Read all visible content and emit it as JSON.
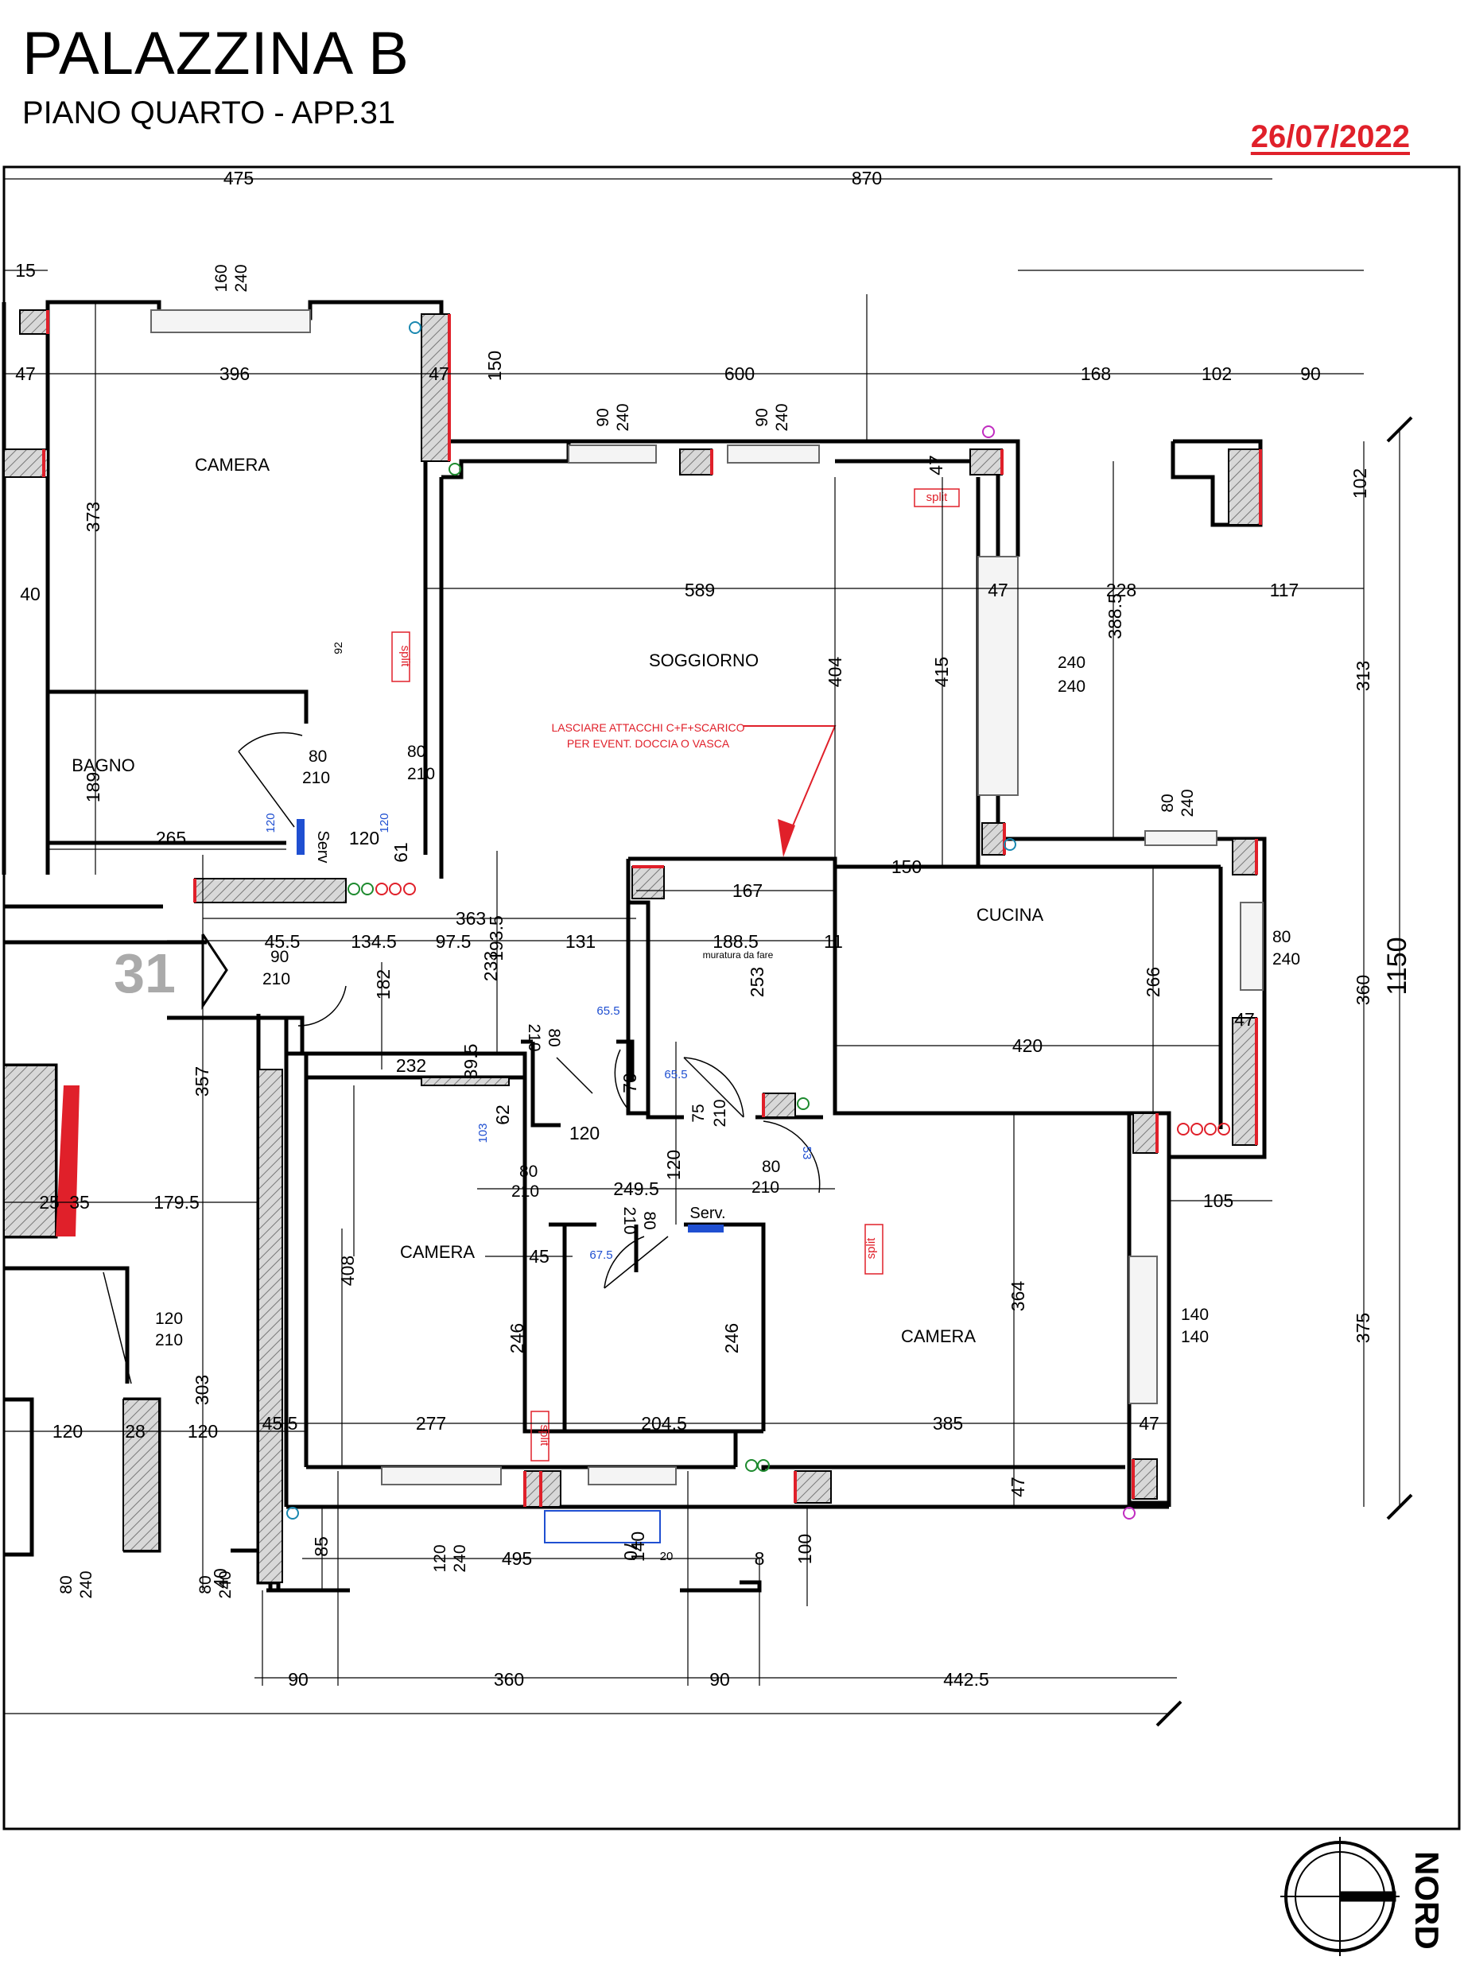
{
  "header": {
    "title": "PALAZZINA B",
    "subtitle": "PIANO QUARTO  - APP.31",
    "date": "26/07/2022"
  },
  "apartment_number": "31",
  "north_label": "NORD",
  "colors": {
    "wall": "#111111",
    "hatch": "#888888",
    "accent_red": "#e0202a",
    "dim_blue": "#1f4fd1",
    "socket_green": "#1d8a2e",
    "socket_cyan": "#1a88b0",
    "socket_magenta": "#c02cc0"
  },
  "rooms": [
    {
      "id": "camera-nw",
      "label": "CAMERA"
    },
    {
      "id": "bagno",
      "label": "BAGNO"
    },
    {
      "id": "soggiorno",
      "label": "SOGGIORNO"
    },
    {
      "id": "cucina",
      "label": "CUCINA"
    },
    {
      "id": "camera-sw",
      "label": "CAMERA"
    },
    {
      "id": "camera-se",
      "label": "CAMERA"
    }
  ],
  "notes": {
    "attacchi_line1": "LASCIARE ATTACCHI C+F+SCARICO",
    "attacchi_line2": "PER EVENT. DOCCIA O VASCA",
    "muratura": "muratura da fare"
  },
  "split_labels": [
    "split",
    "split",
    "split",
    "split"
  ],
  "serv_labels": [
    "Serv",
    "Serv."
  ],
  "top_dims": {
    "d475": "475",
    "d870": "870",
    "d15": "15",
    "d47a": "47",
    "d396": "396",
    "d47b": "47",
    "d150": "150",
    "d600": "600",
    "d168": "168",
    "d102a": "102",
    "d90": "90",
    "d102b": "102",
    "d47c": "47"
  },
  "window_dims": {
    "w1a": "160",
    "w1b": "240",
    "w2a": "90",
    "w2b": "240",
    "w3a": "90",
    "w3b": "240",
    "w4a": "240",
    "w4b": "240",
    "w5a": "80",
    "w5b": "240",
    "w6a": "80",
    "w6b": "240",
    "w7a": "140",
    "w7b": "140",
    "w8a": "120",
    "w8b": "240",
    "w9a": "80",
    "w9b": "240",
    "w10a": "80",
    "w10b": "240"
  },
  "door_dims": {
    "dr1a": "80",
    "dr1b": "210",
    "dr2a": "80",
    "dr2b": "210",
    "dr3a": "90",
    "dr3b": "210",
    "dr4a": "80",
    "dr4b": "210",
    "dr5a": "80",
    "dr5b": "210",
    "dr6a": "75",
    "dr6b": "210",
    "dr7a": "80",
    "dr7b": "210",
    "dr8a": "80",
    "dr8b": "210",
    "dr9a": "120",
    "dr9b": "210"
  },
  "inner_dims": {
    "i373": "373",
    "i40": "40",
    "i92": "92",
    "i189": "189",
    "i265": "265",
    "i120a": "120",
    "i61": "61",
    "i120b": "120",
    "i120c": "120",
    "i589": "589",
    "i47d": "47",
    "i228": "228",
    "i117": "117",
    "i415": "415",
    "i404": "404",
    "i388": "388.5",
    "i313": "313",
    "i167": "167",
    "i150": "150",
    "i363": "363",
    "i45a": "45.5",
    "i134": "134.5",
    "i97": "97.5",
    "i131": "131",
    "i193": "193.5",
    "i233": "233",
    "i188": "188.5",
    "i11": "11",
    "i253": "253",
    "i266": "266",
    "i47e": "47",
    "i360": "360",
    "i1150": "1150",
    "i182": "182",
    "i357": "357",
    "i232": "232",
    "i39": "39.5",
    "i65a": "65.5",
    "i65b": "65.5",
    "i70a": "70",
    "i62": "62",
    "i103": "103",
    "i120d": "120",
    "i120e": "120",
    "i420": "420",
    "i53": "53",
    "i249": "249.5",
    "i105": "105",
    "i25": "25",
    "i35": "35",
    "i179": "179.5",
    "i408": "408",
    "i45b": "45",
    "i67": "67.5",
    "i246a": "246",
    "i246b": "246",
    "i364": "364",
    "i375": "375",
    "i303": "303",
    "i120f": "120",
    "i28": "28",
    "i120g": "120",
    "i45c": "45.5",
    "i277": "277",
    "i204": "204.5",
    "i385": "385",
    "i47f": "47",
    "i47g": "47",
    "i85": "85",
    "i495": "495",
    "i70b": "70",
    "i140": "140",
    "i20": "20",
    "i100": "100",
    "i40b": "40",
    "i8": "8"
  },
  "bottom_dims": {
    "b90a": "90",
    "b360": "360",
    "b90b": "90",
    "b442": "442.5"
  }
}
